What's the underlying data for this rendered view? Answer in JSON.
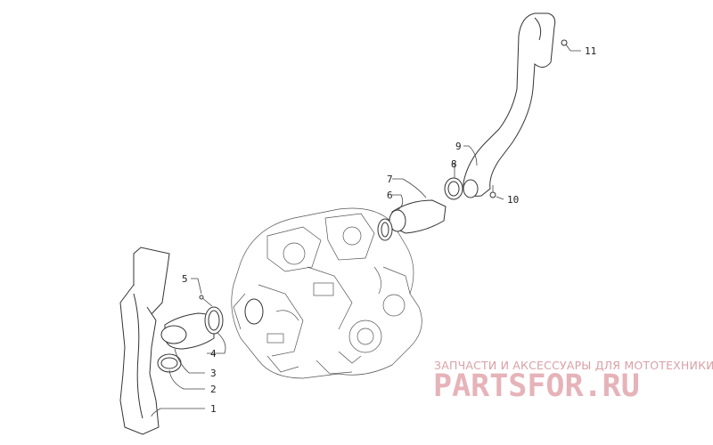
{
  "callouts": [
    {
      "id": "1",
      "label": "1"
    },
    {
      "id": "2",
      "label": "2"
    },
    {
      "id": "3",
      "label": "3"
    },
    {
      "id": "4",
      "label": "4"
    },
    {
      "id": "5",
      "label": "5"
    },
    {
      "id": "6",
      "label": "6"
    },
    {
      "id": "7",
      "label": "7"
    },
    {
      "id": "8",
      "label": "8"
    },
    {
      "id": "9",
      "label": "9"
    },
    {
      "id": "10",
      "label": "10"
    },
    {
      "id": "11",
      "label": "11"
    }
  ],
  "watermark": {
    "tagline": "ЗАПЧАСТИ И АКСЕССУАРЫ ДЛЯ МОТОТЕХНИКИ",
    "logo": "PARTSFOR.RU",
    "color": "#e6b3b9"
  },
  "colors": {
    "line": "#444444",
    "text": "#222222"
  }
}
